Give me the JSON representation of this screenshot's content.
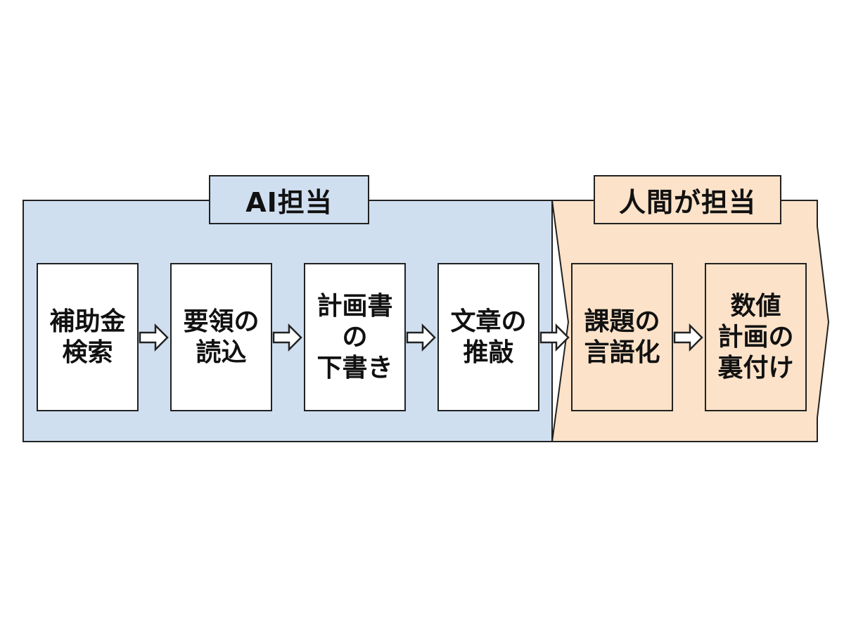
{
  "groups": {
    "ai": {
      "label": "AI担当",
      "color": "#cfdff0"
    },
    "human": {
      "label": "人間が担当",
      "color": "#fbe2c8"
    }
  },
  "steps": [
    {
      "text": "補助金\n検索",
      "owner": "ai"
    },
    {
      "text": "要領の\n読込",
      "owner": "ai"
    },
    {
      "text": "計画書\nの\n下書き",
      "owner": "ai"
    },
    {
      "text": "文章の\n推敲",
      "owner": "ai"
    },
    {
      "text": "課題の\n言語化",
      "owner": "human"
    },
    {
      "text": "数値\n計画の\n裏付け",
      "owner": "human"
    }
  ],
  "colors": {
    "border": "#222222",
    "text": "#111111",
    "box_fill": "#ffffff"
  }
}
